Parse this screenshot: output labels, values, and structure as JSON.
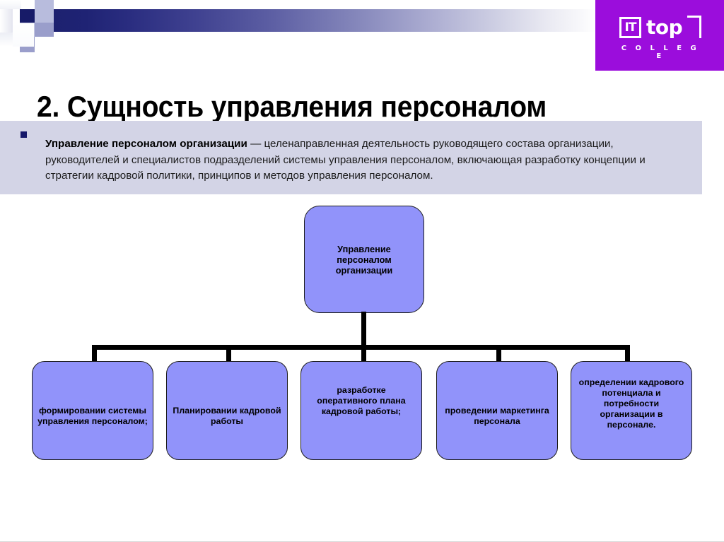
{
  "slide": {
    "title": "2. Сущность управления персоналом",
    "background_color": "#ffffff"
  },
  "header": {
    "gradient_from": "#1d2170",
    "gradient_to": "#ffffff",
    "logo": {
      "background_color": "#9b0ddc",
      "mark_left": "IT",
      "mark_right": "top",
      "subtitle": "C O L L E G E"
    }
  },
  "definition": {
    "background_color": "#d3d4e6",
    "bullet_color": "#16186a",
    "term": "Управление персоналом организации",
    "body": " — целенаправленная деятельность руководящего состава организации, руководителей и специалистов подразделений системы управления персоналом, включающая разработку концепции и стратегии кадровой политики, принципов и методов управления персоналом."
  },
  "chart_data": {
    "type": "diagram",
    "title": "Управление персоналом организации",
    "node_fill": "#9193fa",
    "node_border": "#1b1b1b",
    "root": {
      "label": "Управление персоналом организации"
    },
    "children": [
      {
        "label": "формировании системы управления персоналом;"
      },
      {
        "label": "Планировании кадровой работы"
      },
      {
        "label": "разработке оперативного плана кадровой работы;"
      },
      {
        "label": "проведении маркетинга персонала"
      },
      {
        "label": "определении кадрового потенциала и потребности организации в персонале."
      }
    ]
  }
}
